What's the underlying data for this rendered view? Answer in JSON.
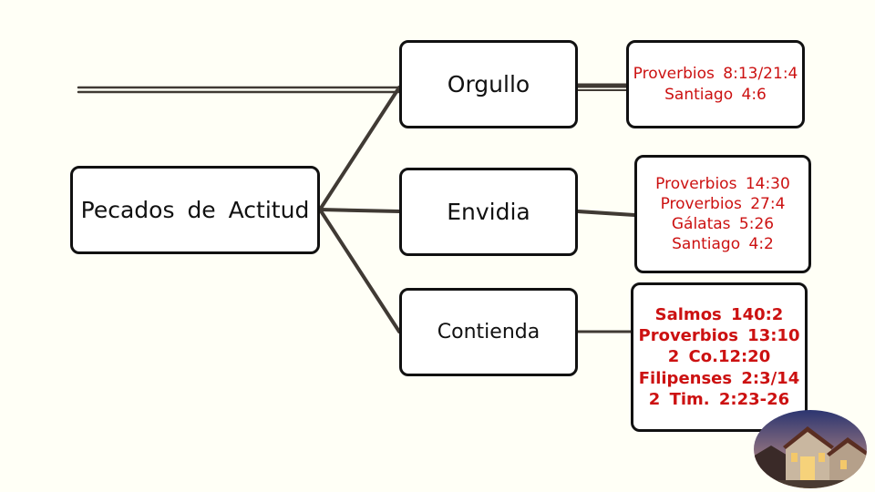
{
  "diagram": {
    "root": {
      "label": "Pecados de Actitud"
    },
    "branches": [
      {
        "label": "Orgullo",
        "references": [
          "Proverbios 8:13/21:4",
          "Santiago 4:6"
        ]
      },
      {
        "label": "Envidia",
        "references": [
          "Proverbios 14:30",
          "Proverbios 27:4",
          "Gálatas 5:26",
          "Santiago 4:2"
        ]
      },
      {
        "label": "Contienda",
        "references": [
          "Salmos 140:2",
          "Proverbios 13:10",
          "2 Co.12:20",
          "Filipenses 2:3/14",
          "2 Tim. 2:23-26"
        ]
      }
    ]
  },
  "colors": {
    "background": "#fffff6",
    "connector": "#403a34",
    "reference_text": "#cc1111",
    "box_border": "#111111"
  },
  "photo": {
    "subject": "church building at dusk"
  }
}
